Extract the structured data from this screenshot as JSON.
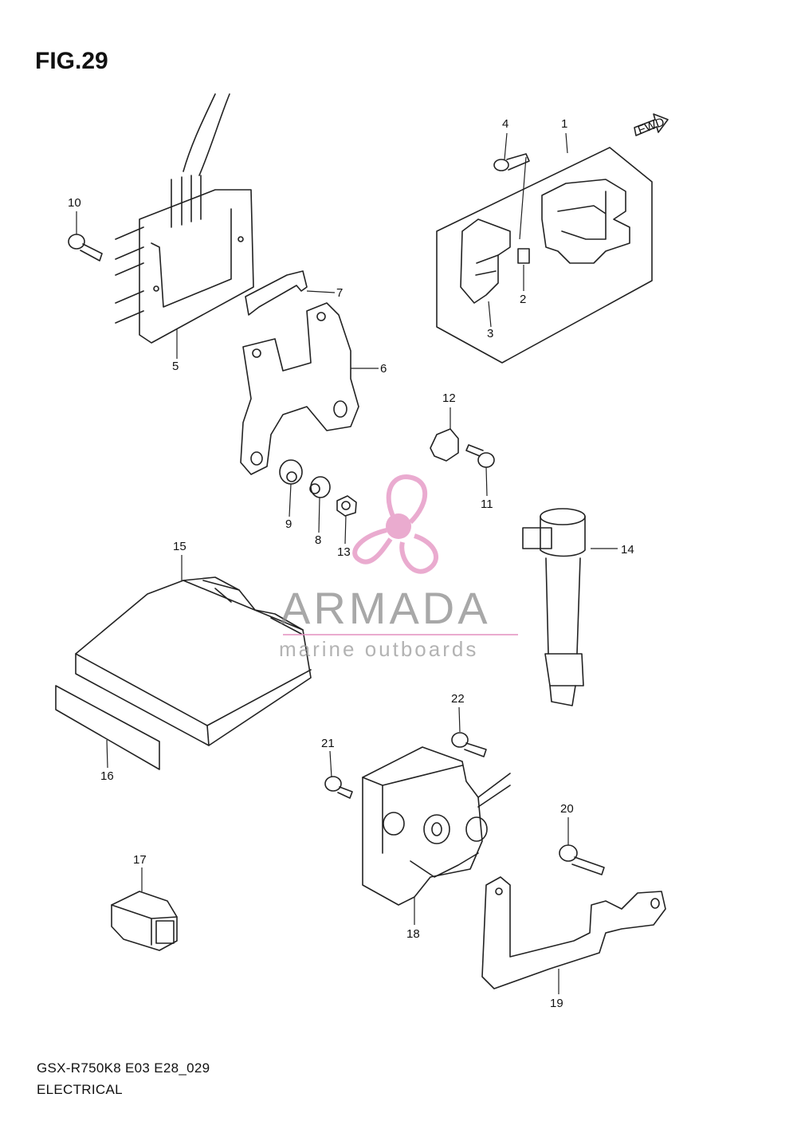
{
  "figure": {
    "title": "FIG.29"
  },
  "footer": {
    "model_code": "GSX-R750K8 E03 E28_029",
    "section": "ELECTRICAL"
  },
  "direction_badge": "FWD",
  "watermark": {
    "brand": "ARMADA",
    "tagline": "marine outboards",
    "accent_color": "#e38fc0",
    "icon": "propeller-icon"
  },
  "callouts": [
    "1",
    "2",
    "3",
    "4",
    "5",
    "6",
    "7",
    "8",
    "9",
    "10",
    "11",
    "12",
    "13",
    "14",
    "15",
    "16",
    "17",
    "18",
    "19",
    "20",
    "21",
    "22"
  ]
}
